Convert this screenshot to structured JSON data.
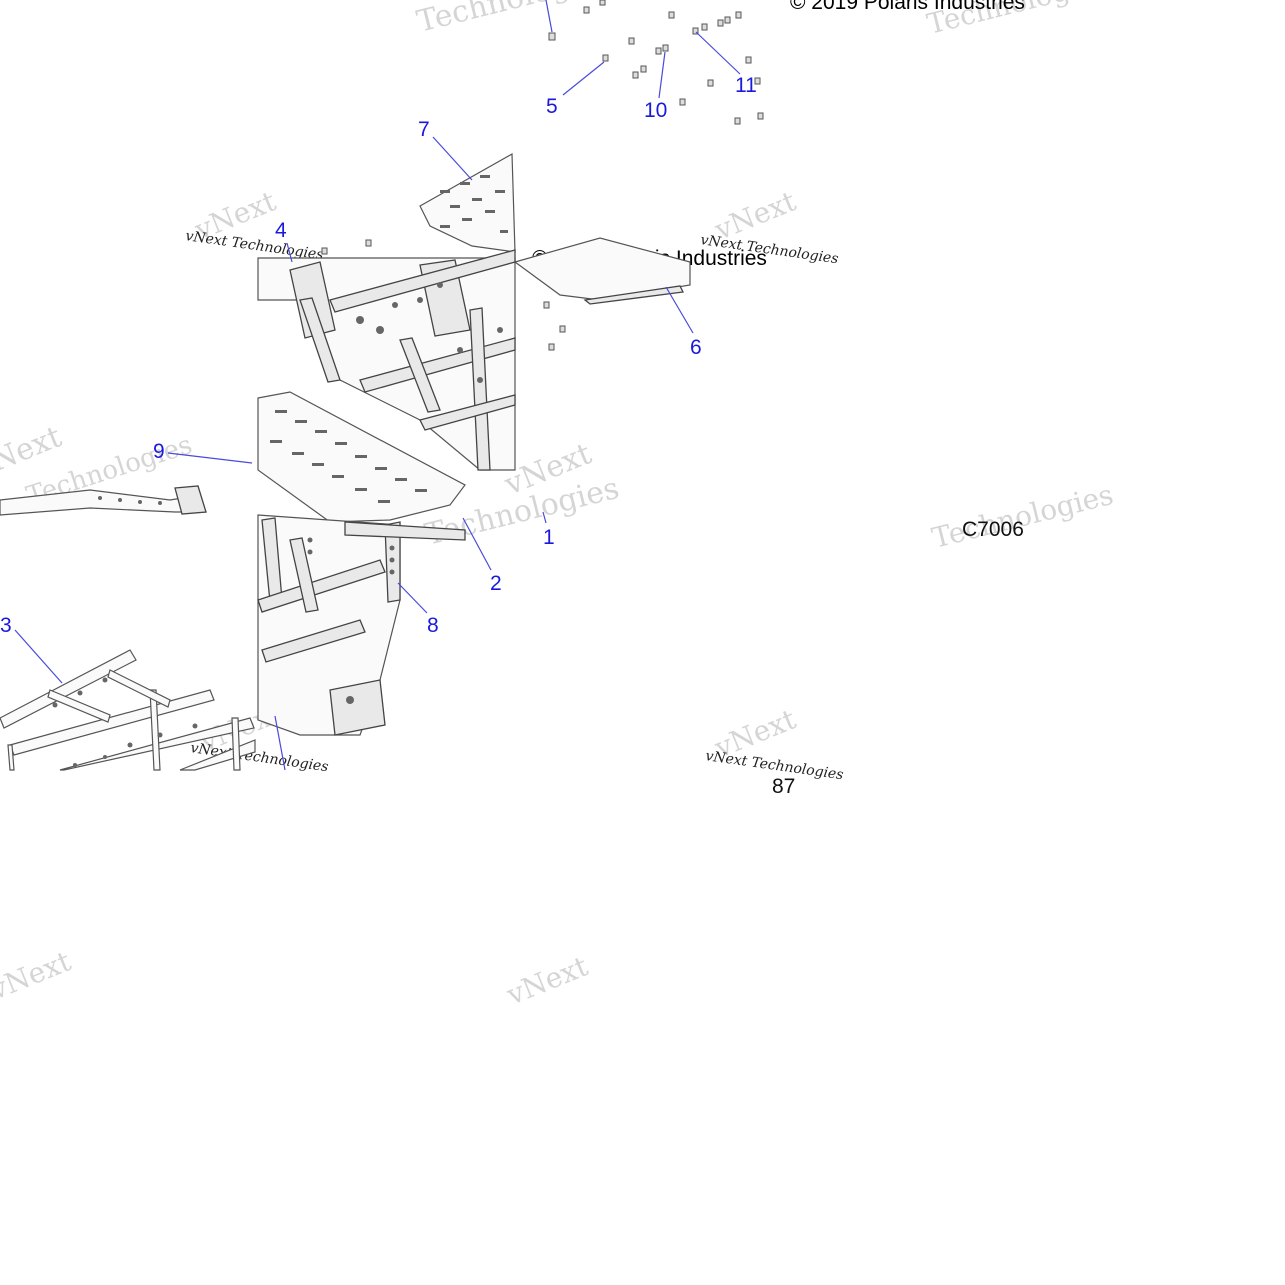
{
  "diagram": {
    "callouts": [
      {
        "id": "1",
        "label": "1"
      },
      {
        "id": "2",
        "label": "2"
      },
      {
        "id": "3",
        "label": "3"
      },
      {
        "id": "4",
        "label": "4"
      },
      {
        "id": "5",
        "label": "5"
      },
      {
        "id": "6",
        "label": "6"
      },
      {
        "id": "7",
        "label": "7"
      },
      {
        "id": "8",
        "label": "8"
      },
      {
        "id": "9",
        "label": "9"
      },
      {
        "id": "10",
        "label": "10"
      },
      {
        "id": "11",
        "label": "11"
      }
    ],
    "copyright_top": "© 2019 Polaris Industries",
    "copyright_mid": "© 2019 Polaris Industries",
    "figure_code": "C7006",
    "page_fragment": "87",
    "watermark": {
      "brand": "vNext Technologies",
      "short_a": "vNext",
      "short_b": "Technologies"
    }
  }
}
